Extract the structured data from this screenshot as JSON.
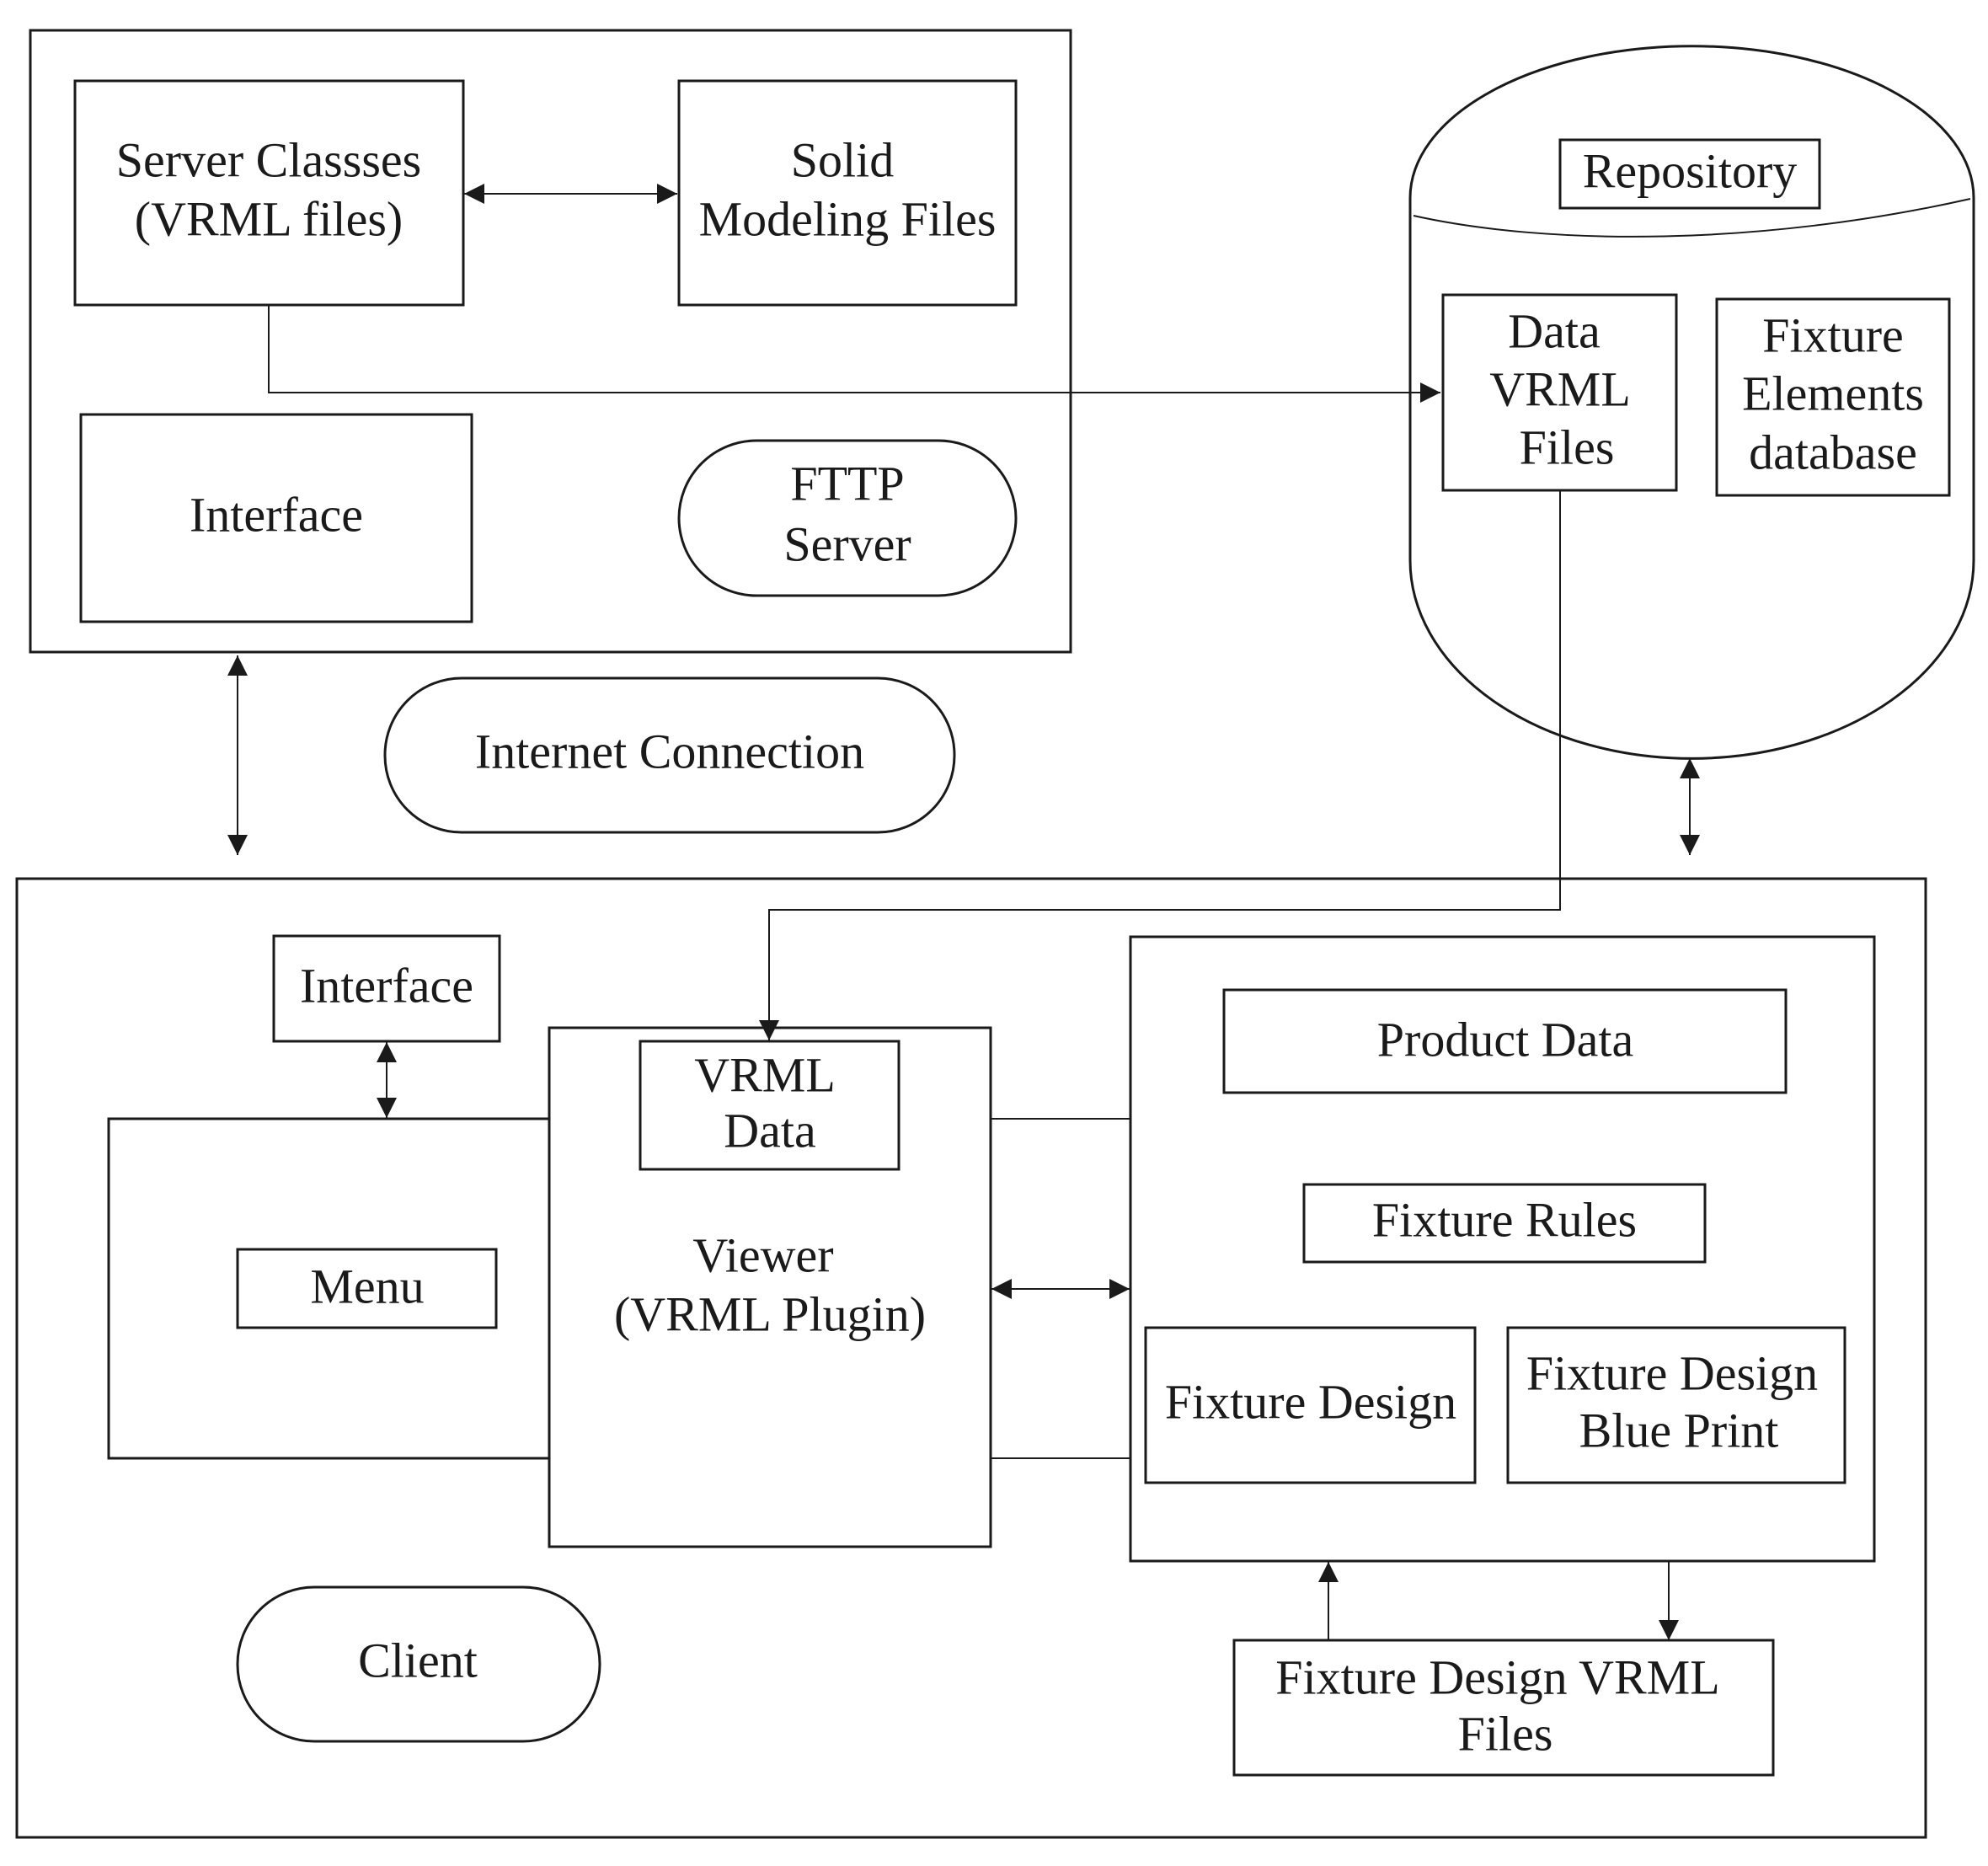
{
  "server": {
    "server_classes": {
      "line1": "Server Classses",
      "line2": "(VRML files)"
    },
    "solid_modeling": {
      "line1": "Solid",
      "line2": "Modeling Files"
    },
    "interface": "Interface",
    "fttp_server": {
      "line1": "FTTP",
      "line2": "Server"
    }
  },
  "internet_connection": "Internet Connection",
  "repository": {
    "title": "Repository",
    "data_vrml": {
      "line1": "Data",
      "line2": "VRML",
      "line3": "Files"
    },
    "fixture_elements": {
      "line1": "Fixture",
      "line2": "Elements",
      "line3": "database"
    }
  },
  "client": {
    "interface": "Interface",
    "menu": "Menu",
    "vrml_data": {
      "line1": "VRML",
      "line2": "Data"
    },
    "viewer": {
      "line1": "Viewer",
      "line2": "(VRML Plugin)"
    },
    "product_data": "Product Data",
    "fixture_rules": "Fixture Rules",
    "fixture_design": "Fixture Design",
    "fixture_blueprint": {
      "line1": "Fixture Design",
      "line2": "Blue Print"
    },
    "label": "Client",
    "fixture_vrml_files": {
      "line1": "Fixture Design VRML",
      "line2": "Files"
    }
  }
}
